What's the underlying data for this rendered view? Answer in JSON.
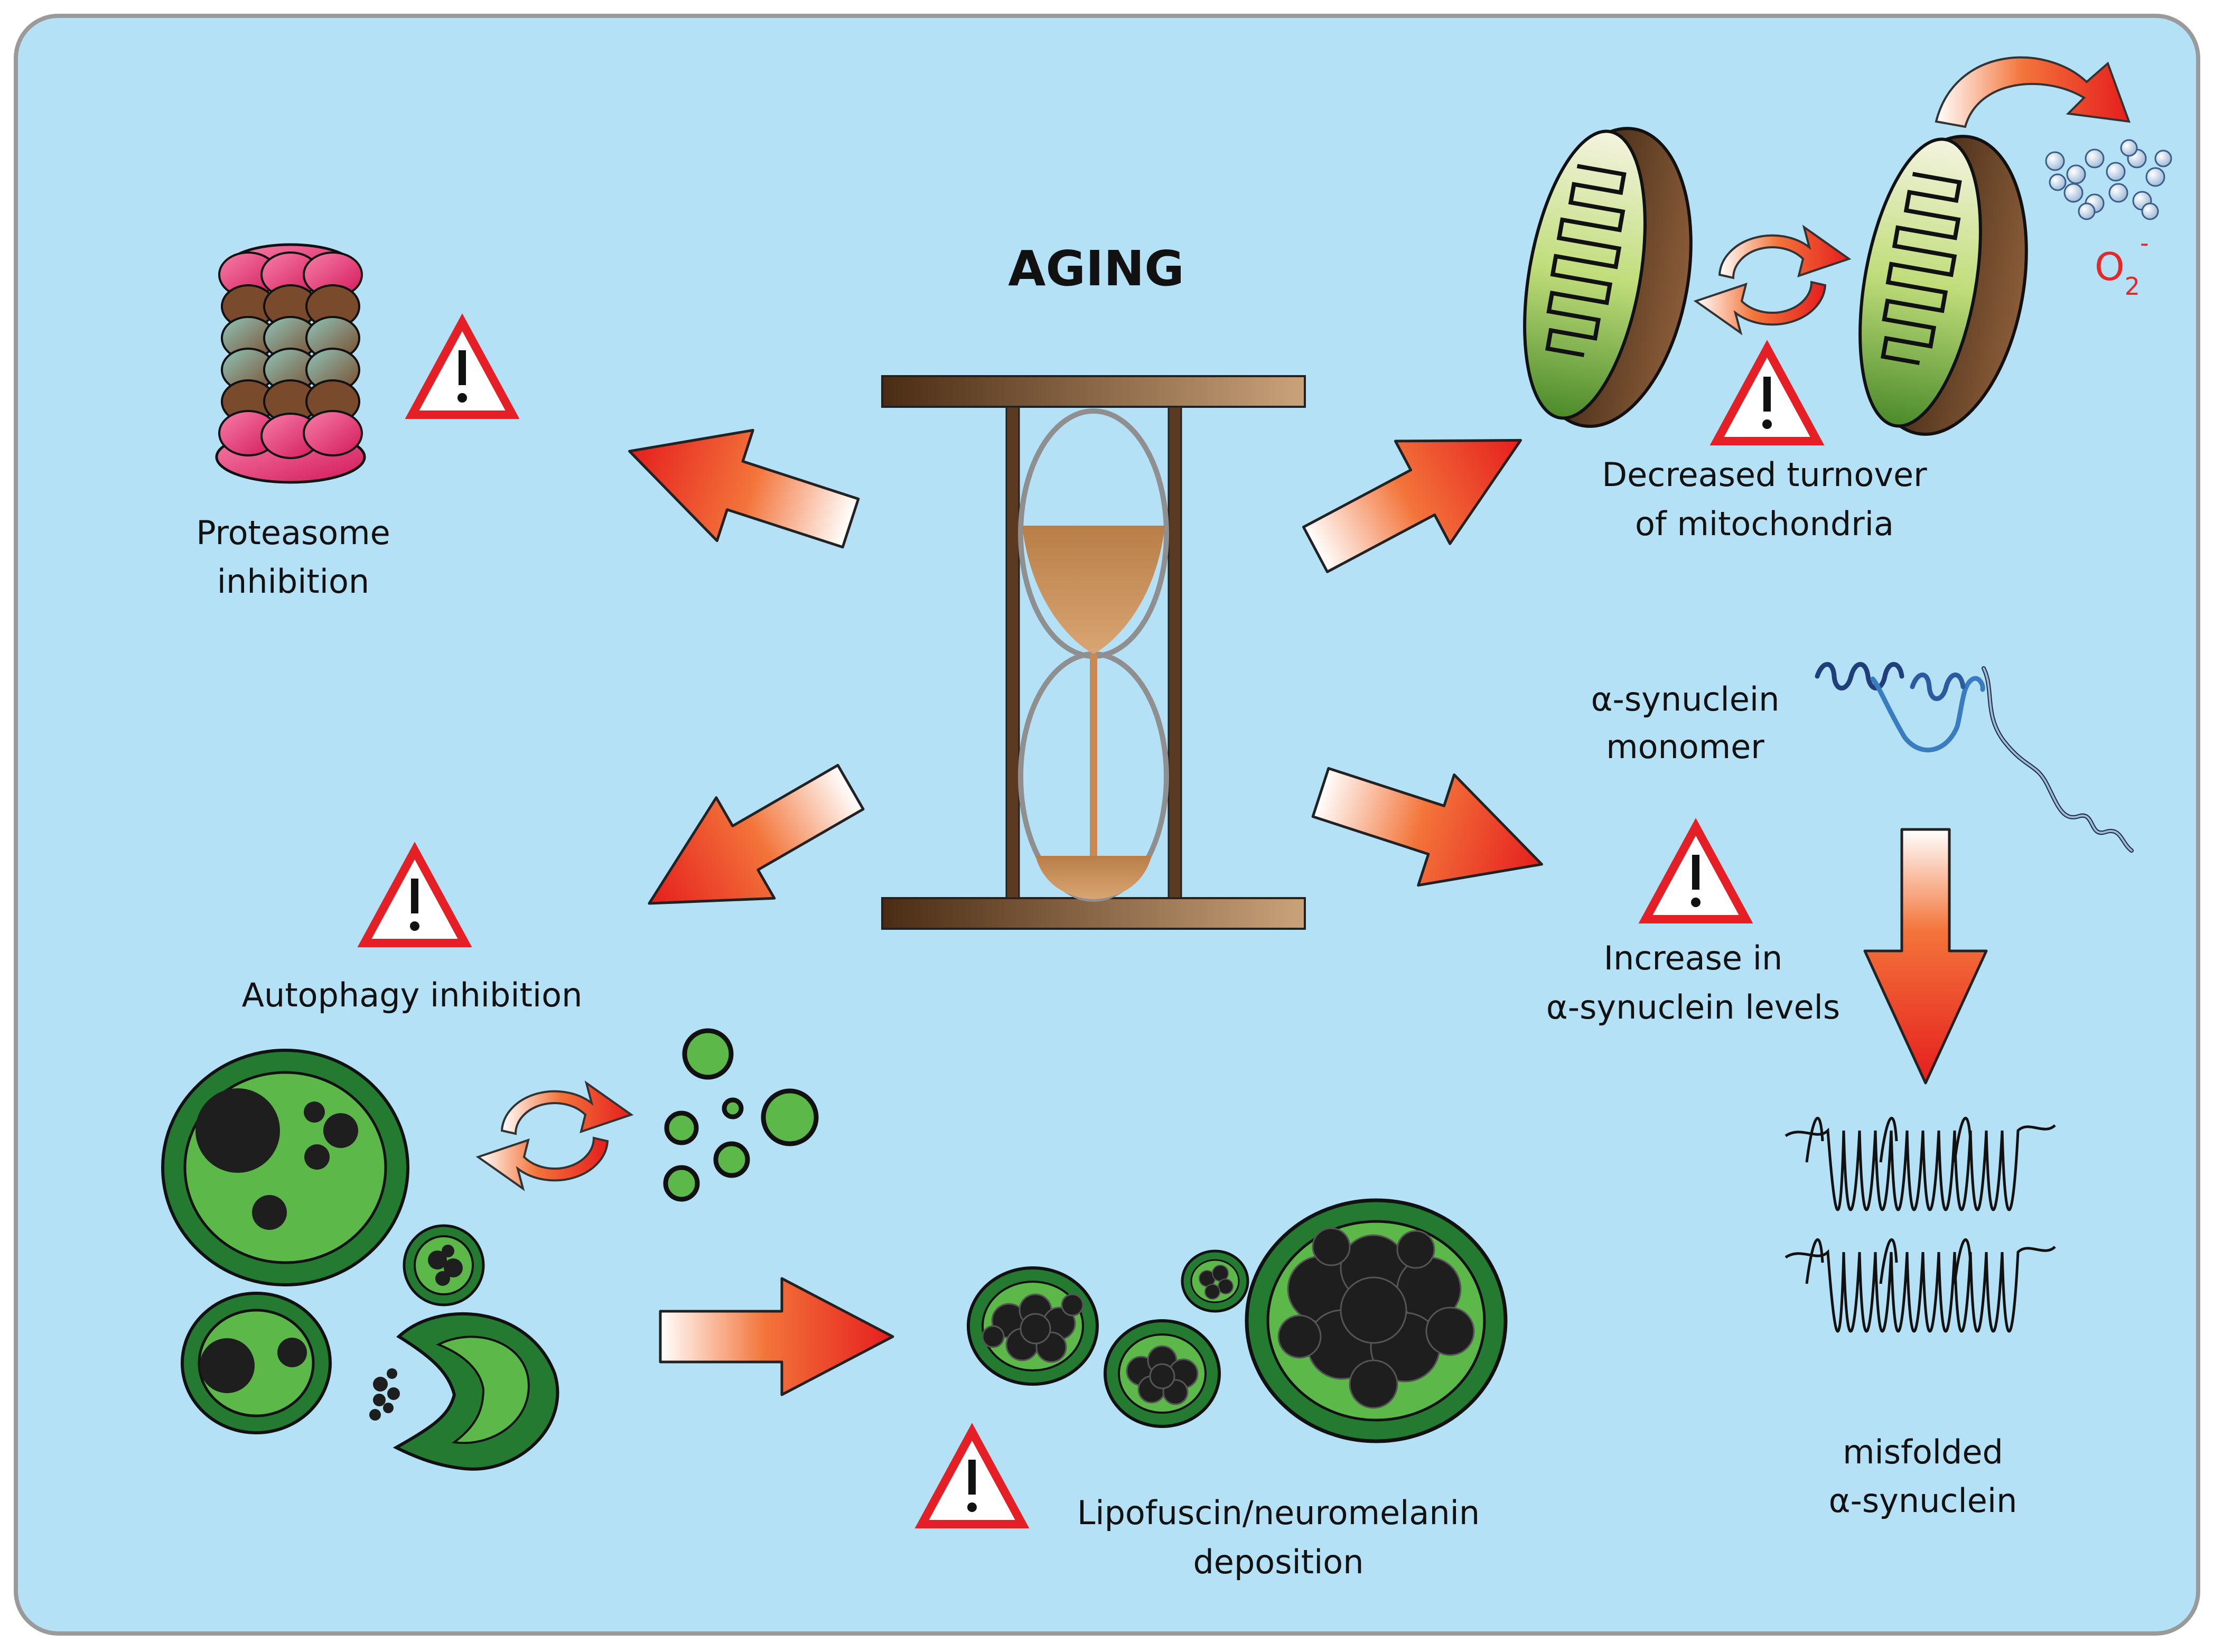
{
  "title": "AGING",
  "labels": {
    "proteasome_l1": "Proteasome",
    "proteasome_l2": "inhibition",
    "mito_l1": "Decreased turnover",
    "mito_l2": "of mitochondria",
    "superoxide_base": "O",
    "superoxide_sub": "2",
    "superoxide_sup": "-",
    "monomer_l1": "α-synuclein",
    "monomer_l2": "monomer",
    "increase_l1": "Increase in",
    "increase_l2": "α-synuclein levels",
    "misfolded_l1": "misfolded",
    "misfolded_l2": "α-synuclein",
    "autophagy": "Autophagy inhibition",
    "lipo_l1": "Lipofuscin/neuromelanin",
    "lipo_l2": "deposition"
  },
  "colors": {
    "background": "#b4e1f6",
    "border": "#9a9a9a",
    "arrow_red": "#e51e1e",
    "warning_red": "#e41f26",
    "green_fill": "#5cb848",
    "green_edge": "#257a32",
    "hourglass_brown": "#5a3a20",
    "sand": "#c88a52"
  }
}
